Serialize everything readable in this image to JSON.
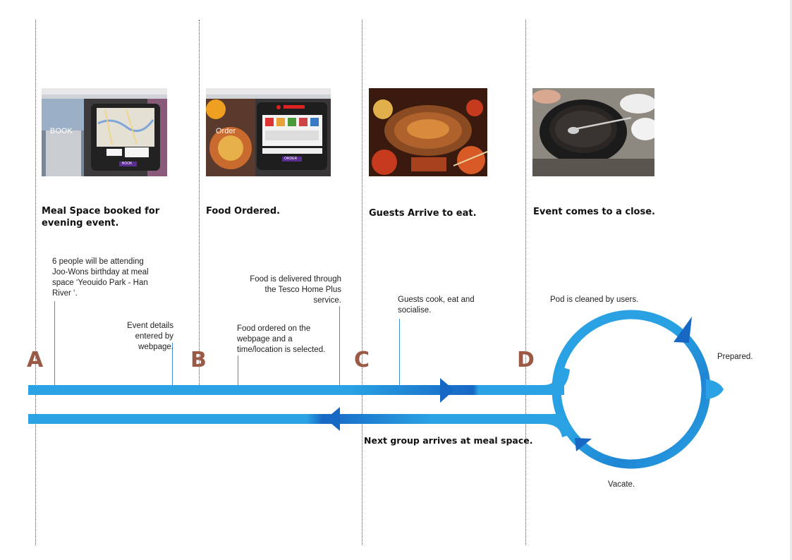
{
  "stages": [
    {
      "letter": "A",
      "title": "Meal Space booked for evening event."
    },
    {
      "letter": "B",
      "title": "Food Ordered."
    },
    {
      "letter": "C",
      "title": "Guests Arrive to eat."
    },
    {
      "letter": "D",
      "title": "Event comes to a close."
    }
  ],
  "notes": {
    "attending": "6 people will be attending Joo-Wons birthday at meal space ‘Yeouido Park - Han River ‘.",
    "event_details": "Event details entered by webpage.",
    "food_ordered": "Food ordered on the webpage and a time/location is selected.",
    "delivered": "Food is delivered through the Tesco Home Plus service.",
    "guests_cook": "Guests cook, eat and socialise.",
    "pod_cleaned": "Pod is cleaned by users.",
    "prepared": "Prepared.",
    "vacate": "Vacate.",
    "next_group": "Next group arrives at meal space."
  },
  "screens": {
    "book_label": "BOOK",
    "book_button": "BOOK",
    "order_label": "Order",
    "order_button": "ORDER"
  },
  "colors": {
    "flow_blue": "#2aa2e3",
    "flow_dark": "#1668c4",
    "letter_brown": "#9a5a45",
    "pointer_blue": "#3f8fd6"
  }
}
